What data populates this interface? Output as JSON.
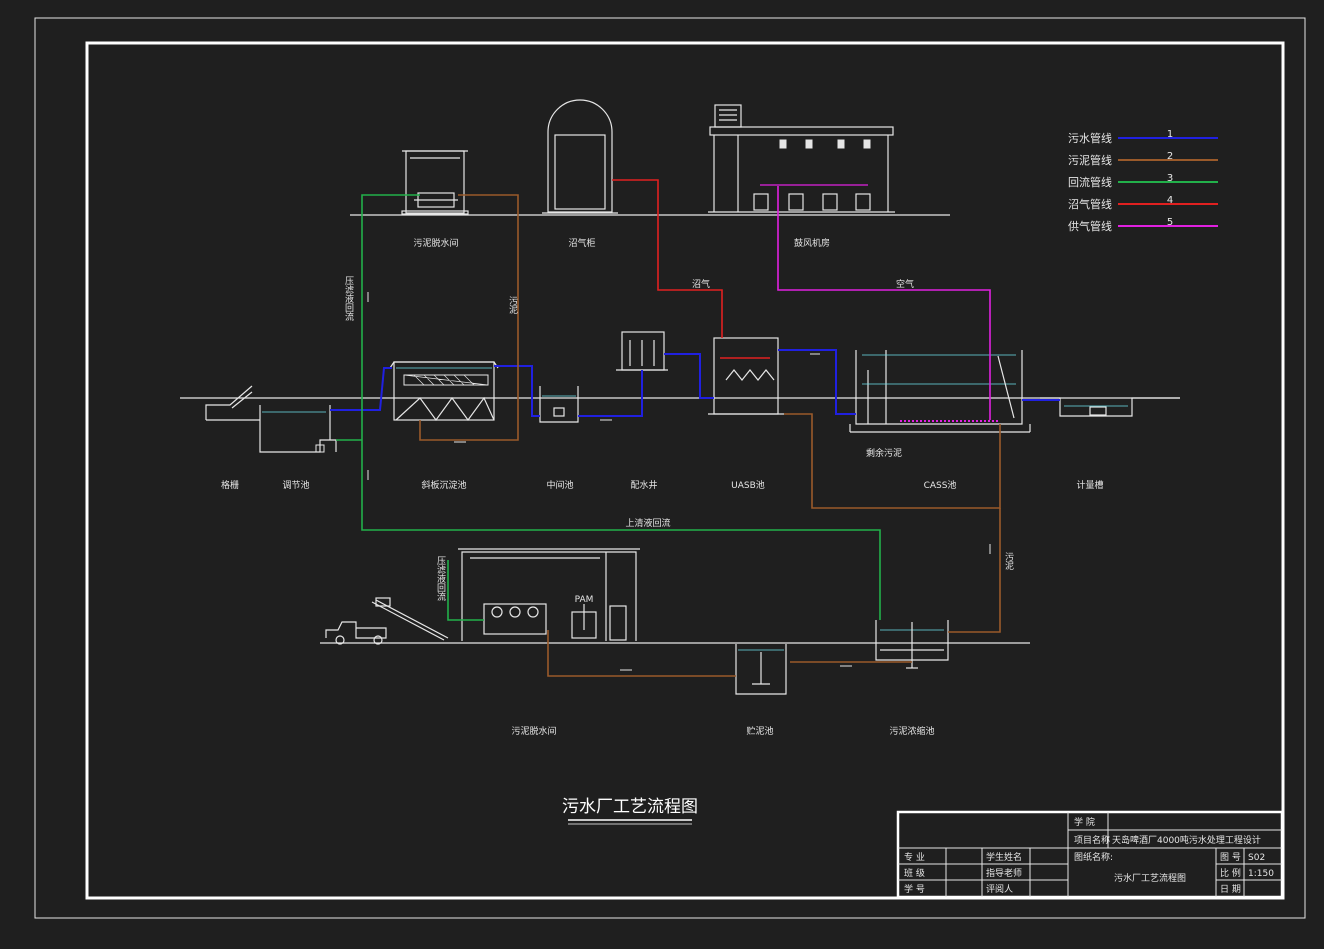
{
  "legend": [
    {
      "label": "污水管线",
      "num": "1",
      "color": "#2020e0"
    },
    {
      "label": "污泥管线",
      "num": "2",
      "color": "#9a5a2a"
    },
    {
      "label": "回流管线",
      "num": "3",
      "color": "#22b04a"
    },
    {
      "label": "沼气管线",
      "num": "4",
      "color": "#e02020"
    },
    {
      "label": "供气管线",
      "num": "5",
      "color": "#e020e0"
    }
  ],
  "units": {
    "dewater_top": "污泥脱水间",
    "biogas_tank": "沼气柜",
    "blower_room": "鼓风机房",
    "grille": "格栅",
    "regulating": "调节池",
    "inclined_plate": "斜板沉淀池",
    "intermediate": "中间池",
    "distribution": "配水井",
    "uasb": "UASB池",
    "cass": "CASS池",
    "metering": "计量槽",
    "sludge_dewater": "污泥脱水间",
    "storage": "贮泥池",
    "thickener": "污泥浓缩池"
  },
  "annotations": {
    "biogas_flow": "沼气",
    "air_flow": "空气",
    "supernatant": "上清液回流",
    "sludge_discharge": "污泥",
    "sludge_flow": "污泥",
    "filtrate_return": "压滤液回流",
    "filtrate_return2": "压滤液回流",
    "sludge_return": "剩余污泥"
  },
  "title": "污水厂工艺流程图",
  "title_block": {
    "school_label": "学  院",
    "project_label": "项目名称",
    "project_value": "天岛啤酒厂4000吨污水处理工程设计",
    "drawing_label": "图纸名称:",
    "drawing_value": "污水厂工艺流程图",
    "major": "专  业",
    "class": "班  级",
    "student_no": "学  号",
    "student_name": "学生姓名",
    "advisor": "指导老师",
    "reviewer": "评阅人",
    "fig_no_label": "图 号",
    "fig_no_value": "S02",
    "scale_label": "比 例",
    "scale_value": "1:150",
    "date_label": "日 期"
  },
  "truck_label": "PAM"
}
